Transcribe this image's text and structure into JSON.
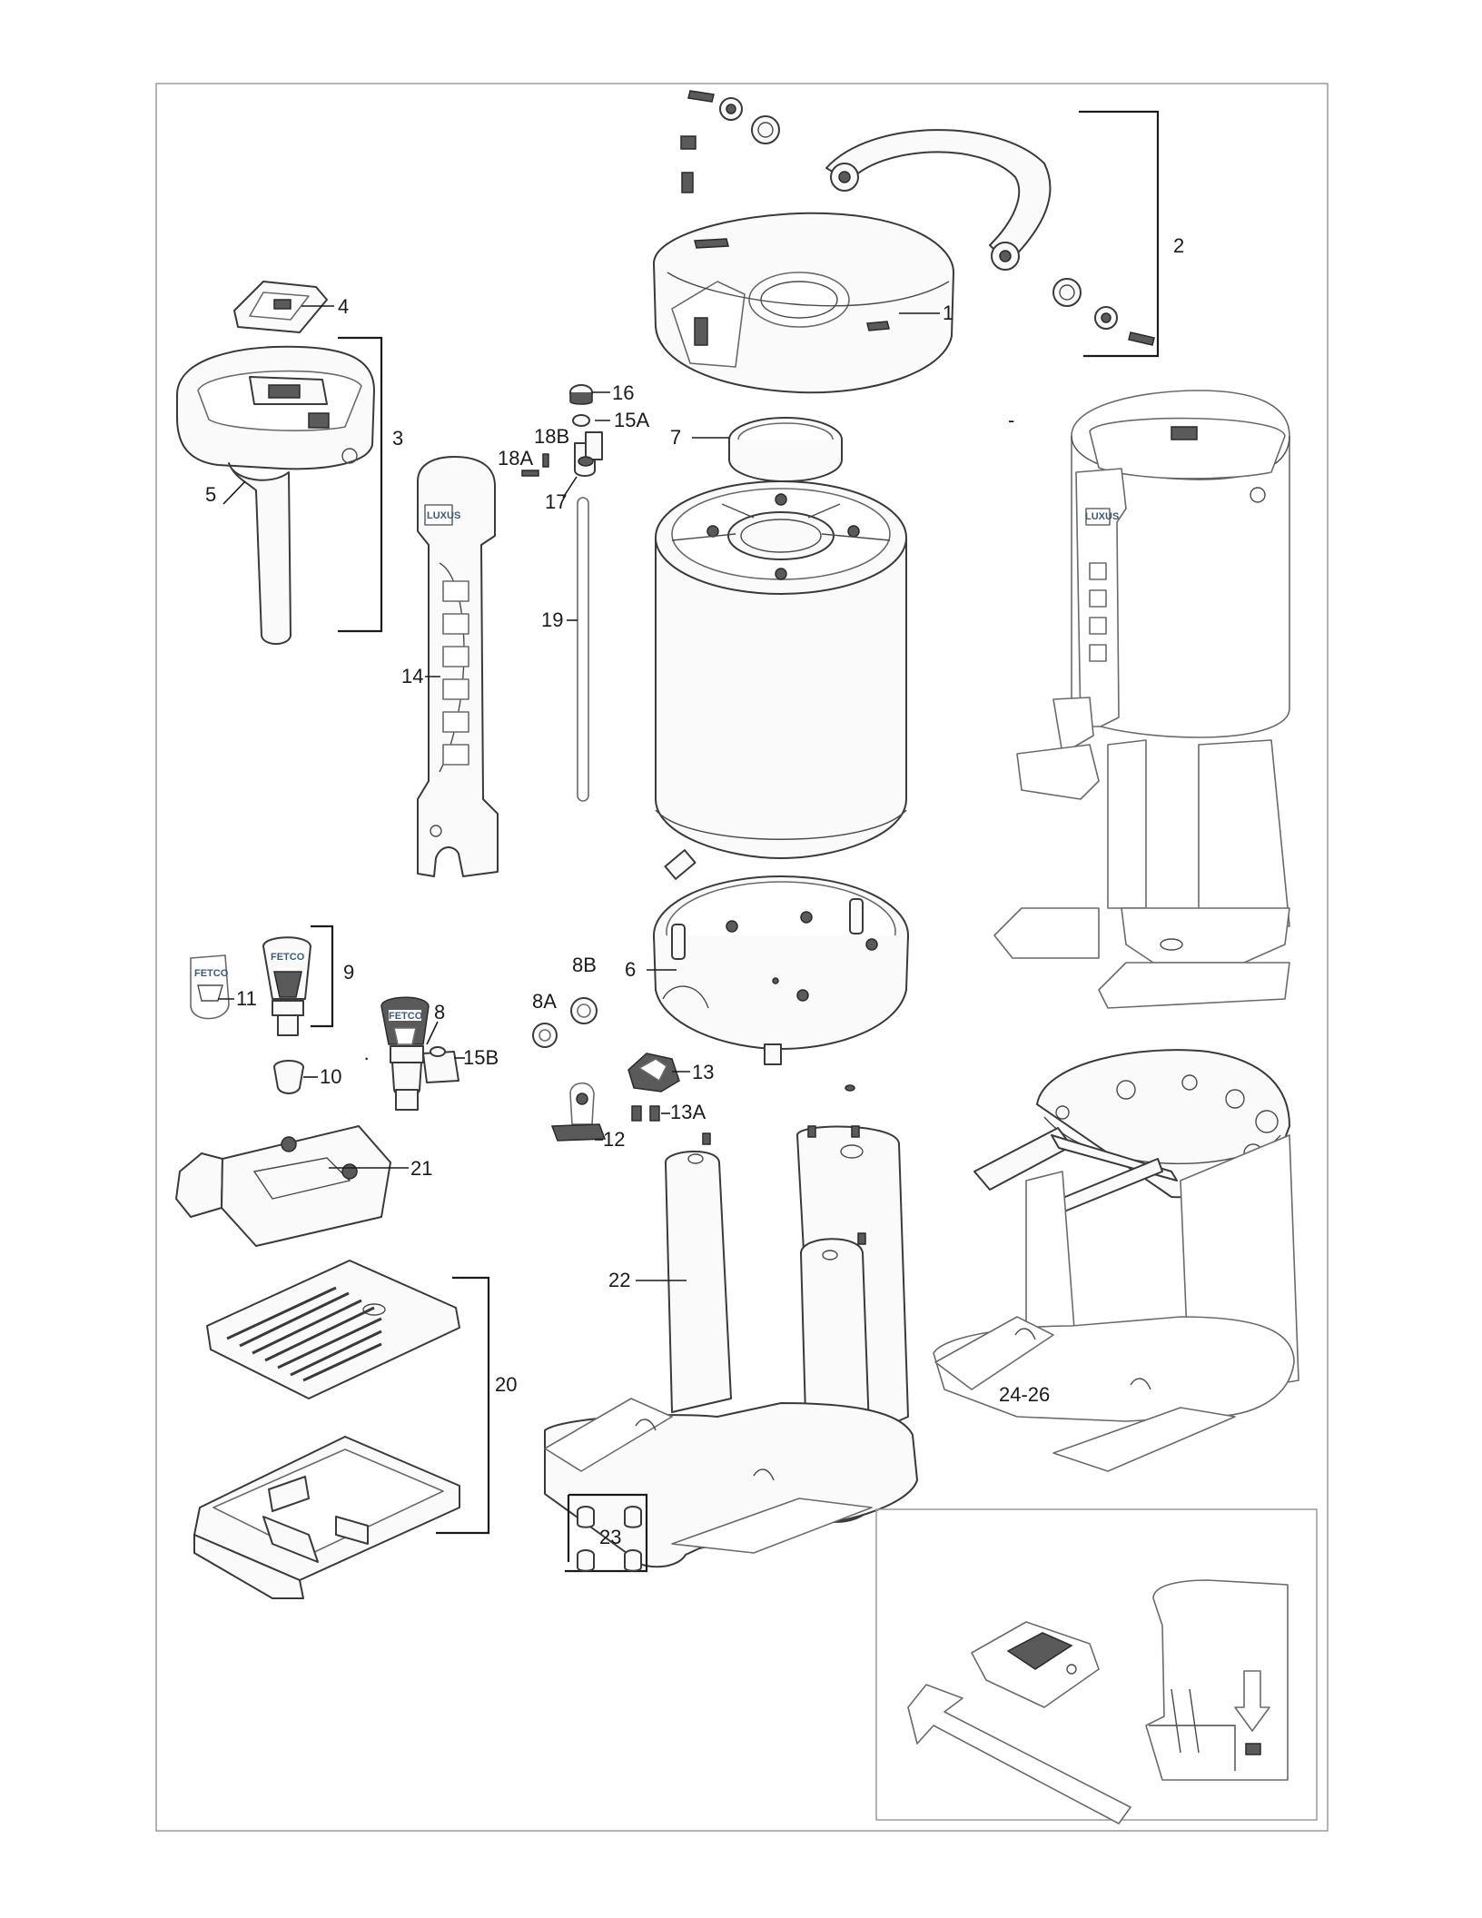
{
  "callouts": {
    "c1": "1",
    "c2": "2",
    "c3": "3",
    "c4": "4",
    "c5": "5",
    "c6": "6",
    "c7": "7",
    "c8": "8",
    "c8a": "8A",
    "c8b": "8B",
    "c9": "9",
    "c10": "10",
    "c11": "11",
    "c12": "12",
    "c13": "13",
    "c13a": "13A",
    "c14": "14",
    "c15a": "15A",
    "c15b": "15B",
    "c16": "16",
    "c17": "17",
    "c18a": "18A",
    "c18b": "18B",
    "c19": "19",
    "c20": "20",
    "c21": "21",
    "c22": "22",
    "c23": "23",
    "c2426": "24-26"
  },
  "labels": {
    "brand_panel": "LUXUS",
    "brand_handle": "FETCO"
  },
  "colors": {
    "line": "#3a3a3a",
    "frame": "#9a9a9a",
    "badge": "#3a5a7a"
  }
}
